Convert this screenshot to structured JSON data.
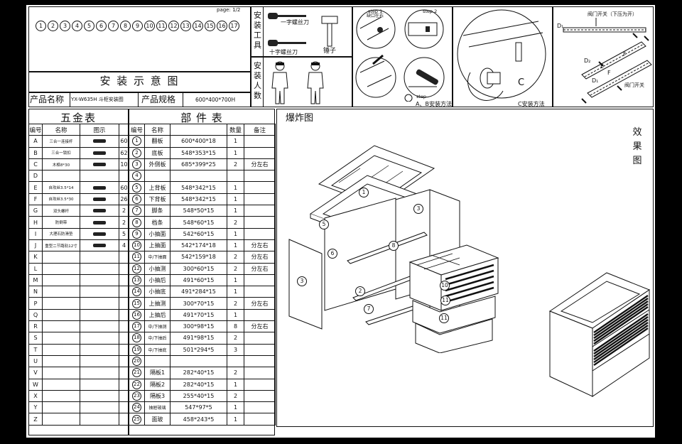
{
  "page_label": "page: 1/2",
  "part_numbers": [
    "1",
    "2",
    "3",
    "4",
    "5",
    "6",
    "7",
    "8",
    "9",
    "10",
    "11",
    "12",
    "13",
    "14",
    "15",
    "16",
    "17"
  ],
  "title": "安 装 示 意 图",
  "product": {
    "name_label": "产品名称",
    "name_value": "YX-W635H 斗柜安装图",
    "spec_label": "产品规格",
    "spec_value": "600*400*700H"
  },
  "tools": {
    "label": "安装工具",
    "flat_screwdriver": "一字螺丝刀",
    "cross_screwdriver": "十字螺丝刀",
    "hammer": "锤子"
  },
  "people": {
    "label": "安装人数"
  },
  "steps": {
    "step1": "step 1",
    "step1_note": "缺口在右",
    "step2": "step 2",
    "step3": "step",
    "ab_caption": "A、B安装方法",
    "c_caption": "C安装方法",
    "c_letter": "C"
  },
  "slide": {
    "top_note": "阀门开关（下压为开）",
    "bottom_note": "阀门开关",
    "d_labels": [
      "D₁",
      "D₂",
      "D₁"
    ],
    "e_label": "E",
    "f_labels": [
      "F",
      "F"
    ]
  },
  "hardware": {
    "title": "五金表",
    "headers": [
      "编号",
      "名称",
      "图示",
      ""
    ],
    "rows": [
      {
        "code": "A",
        "name": "三合一连接杆",
        "qty": "60"
      },
      {
        "code": "B",
        "name": "三合一锁扣",
        "qty": "62"
      },
      {
        "code": "C",
        "name": "木榫8*30",
        "qty": "10"
      },
      {
        "code": "D",
        "name": "",
        "qty": ""
      },
      {
        "code": "E",
        "name": "自攻丝3.5*14",
        "qty": "60"
      },
      {
        "code": "F",
        "name": "自攻丝3.5*30",
        "qty": "26"
      },
      {
        "code": "G",
        "name": "双头螺杆",
        "qty": "2"
      },
      {
        "code": "H",
        "name": "防倒带",
        "qty": "2"
      },
      {
        "code": "I",
        "name": "大理石防滑垫",
        "qty": "5"
      },
      {
        "code": "J",
        "name": "重型二节路轨12寸",
        "qty": "4"
      },
      {
        "code": "K",
        "name": "",
        "qty": ""
      },
      {
        "code": "L",
        "name": "",
        "qty": ""
      },
      {
        "code": "M",
        "name": "",
        "qty": ""
      },
      {
        "code": "N",
        "name": "",
        "qty": ""
      },
      {
        "code": "P",
        "name": "",
        "qty": ""
      },
      {
        "code": "Q",
        "name": "",
        "qty": ""
      },
      {
        "code": "R",
        "name": "",
        "qty": ""
      },
      {
        "code": "S",
        "name": "",
        "qty": ""
      },
      {
        "code": "T",
        "name": "",
        "qty": ""
      },
      {
        "code": "U",
        "name": "",
        "qty": ""
      },
      {
        "code": "V",
        "name": "",
        "qty": ""
      },
      {
        "code": "W",
        "name": "",
        "qty": ""
      },
      {
        "code": "X",
        "name": "",
        "qty": ""
      },
      {
        "code": "Y",
        "name": "",
        "qty": ""
      },
      {
        "code": "Z",
        "name": "",
        "qty": ""
      }
    ]
  },
  "parts": {
    "title": "部 件 表",
    "headers": [
      "编号",
      "名称",
      "",
      "数量",
      "备注"
    ],
    "rows": [
      {
        "no": "1",
        "name": "翻板",
        "size": "600*400*18",
        "qty": "1",
        "note": ""
      },
      {
        "no": "2",
        "name": "底板",
        "size": "548*353*15",
        "qty": "1",
        "note": ""
      },
      {
        "no": "3",
        "name": "外侧板",
        "size": "685*399*25",
        "qty": "2",
        "note": "分左右"
      },
      {
        "no": "4",
        "name": "",
        "size": "",
        "qty": "",
        "note": ""
      },
      {
        "no": "5",
        "name": "上背板",
        "size": "548*342*15",
        "qty": "1",
        "note": ""
      },
      {
        "no": "6",
        "name": "下背板",
        "size": "548*342*15",
        "qty": "1",
        "note": ""
      },
      {
        "no": "7",
        "name": "脚条",
        "size": "548*50*15",
        "qty": "1",
        "note": ""
      },
      {
        "no": "8",
        "name": "档条",
        "size": "548*60*15",
        "qty": "2",
        "note": ""
      },
      {
        "no": "9",
        "name": "小抽面",
        "size": "542*60*15",
        "qty": "1",
        "note": ""
      },
      {
        "no": "10",
        "name": "上抽面",
        "size": "542*174*18",
        "qty": "1",
        "note": "分左右"
      },
      {
        "no": "11",
        "name": "中/下抽面",
        "size": "542*159*18",
        "qty": "2",
        "note": "分左右"
      },
      {
        "no": "12",
        "name": "小抽测",
        "size": "300*60*15",
        "qty": "2",
        "note": "分左右"
      },
      {
        "no": "13",
        "name": "小抽后",
        "size": "491*60*15",
        "qty": "1",
        "note": ""
      },
      {
        "no": "14",
        "name": "小抽底",
        "size": "491*284*15",
        "qty": "1",
        "note": ""
      },
      {
        "no": "15",
        "name": "上抽测",
        "size": "300*70*15",
        "qty": "2",
        "note": "分左右"
      },
      {
        "no": "16",
        "name": "上抽后",
        "size": "491*70*15",
        "qty": "1",
        "note": ""
      },
      {
        "no": "17",
        "name": "中/下抽测",
        "size": "300*98*15",
        "qty": "8",
        "note": "分左右"
      },
      {
        "no": "18",
        "name": "中/下抽后",
        "size": "491*98*15",
        "qty": "2",
        "note": ""
      },
      {
        "no": "19",
        "name": "中/下抽底",
        "size": "501*294*5",
        "qty": "3",
        "note": ""
      },
      {
        "no": "20",
        "name": "",
        "size": "",
        "qty": "",
        "note": ""
      },
      {
        "no": "21",
        "name": "隔板1",
        "size": "282*40*15",
        "qty": "2",
        "note": ""
      },
      {
        "no": "22",
        "name": "隔板2",
        "size": "282*40*15",
        "qty": "1",
        "note": ""
      },
      {
        "no": "23",
        "name": "隔板3",
        "size": "255*40*15",
        "qty": "2",
        "note": ""
      },
      {
        "no": "24",
        "name": "抽屉玻璃",
        "size": "547*97*5",
        "qty": "1",
        "note": ""
      },
      {
        "no": "25",
        "name": "面玻",
        "size": "458*243*5",
        "qty": "1",
        "note": ""
      }
    ]
  },
  "exploded": {
    "title": "爆炸图",
    "callouts": [
      "1",
      "5",
      "3",
      "6",
      "3",
      "8",
      "2",
      "7",
      "10",
      "11",
      "11"
    ]
  },
  "effect": {
    "title_chars": [
      "效",
      "果",
      "图"
    ]
  }
}
